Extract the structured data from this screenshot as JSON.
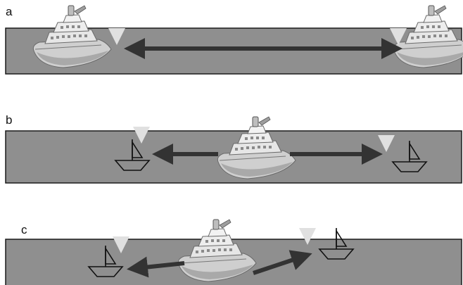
{
  "panels": [
    {
      "label": "a"
    },
    {
      "label": "b"
    },
    {
      "label": "c"
    }
  ],
  "colors": {
    "water": "#8f8f8f",
    "water_stroke": "#1a1a1a",
    "marker": "#e0e0e0",
    "arrow": "#333333",
    "ship_hull": "#dcdcdc",
    "ship_shadow": "#9a9a9a",
    "sailboat_line": "#111111"
  },
  "icons": {
    "large_ship": "ship-icon",
    "small_boat": "sailboat-icon",
    "position_marker": "triangle-marker-icon"
  }
}
